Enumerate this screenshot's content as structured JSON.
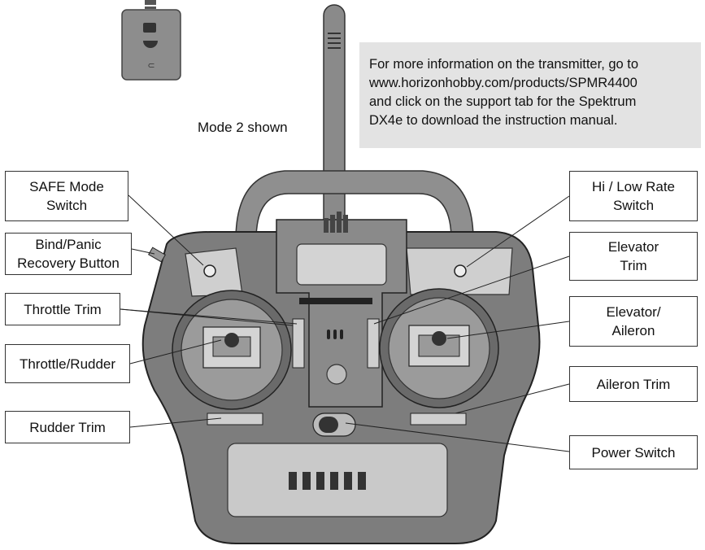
{
  "info_box": {
    "lines": [
      "For more information on the transmitter, go to",
      "www.horizonhobby.com/products/SPMR4400",
      "and click on the support tab for the Spektrum",
      "DX4e to download the instruction manual."
    ]
  },
  "mode_label": "Mode 2 shown",
  "labels": {
    "safe_mode": [
      "SAFE Mode",
      "Switch"
    ],
    "bind_panic": [
      "Bind/Panic",
      "Recovery Button"
    ],
    "throttle_trim": [
      "Throttle Trim"
    ],
    "throttle_rudder": [
      "Throttle/Rudder"
    ],
    "rudder_trim": [
      "Rudder Trim"
    ],
    "hi_low_rate": [
      "Hi / Low Rate",
      "Switch"
    ],
    "elevator_trim": [
      "Elevator",
      "Trim"
    ],
    "elevator_aileron": [
      "Elevator/",
      "Aileron"
    ],
    "aileron_trim": [
      "Aileron Trim"
    ],
    "power_switch": [
      "Power Switch"
    ]
  }
}
